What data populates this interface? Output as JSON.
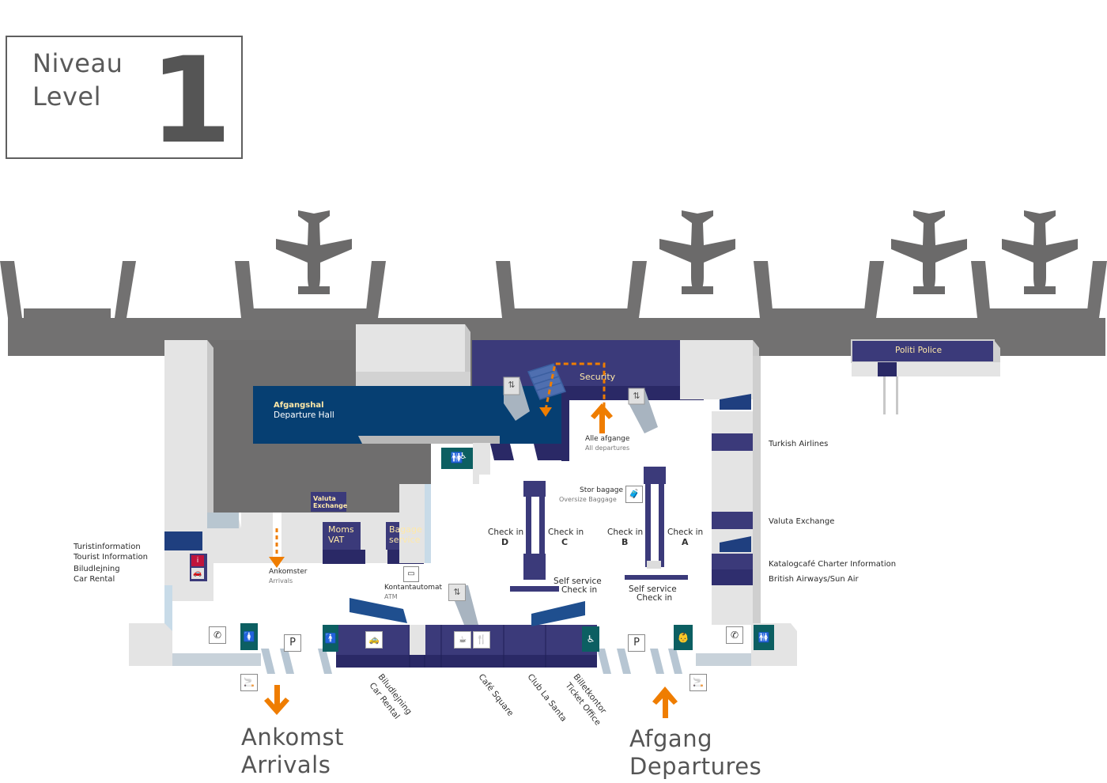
{
  "level": {
    "niveau": "Niveau",
    "level": "Level",
    "number": "1"
  },
  "colors": {
    "terminal_gray": "#6f6e6e",
    "navy": "#3b3a7a",
    "departure_blue": "#063f72",
    "accent_orange": "#ef7d00",
    "light_wall": "#e4e4e4",
    "teal_icon_bg": "#0c5f62"
  },
  "areas": {
    "departure_hall": {
      "line1": "Afgangshal",
      "line2": "Departure Hall"
    },
    "security": "Security",
    "police": "Politi Police",
    "all_departures": {
      "line1": "Alle afgange",
      "line2": "All departures"
    },
    "oversize": {
      "line1": "Stor bagage",
      "line2": "Oversize Baggage"
    },
    "valuta_small": {
      "line1": "Valuta",
      "line2": "Exchange"
    },
    "moms": {
      "line1": "Moms",
      "line2": "VAT"
    },
    "bagage": {
      "line1": "Bagage",
      "line2": "service"
    },
    "ankomster": {
      "line1": "Ankomster",
      "line2": "Arrivals"
    },
    "atm": {
      "line1": "Kontantautomat",
      "line2": "ATM"
    },
    "tourist": {
      "line1": "Turistinformation",
      "line2": "Tourist Information",
      "line3": "Biludlejning",
      "line4": "Car Rental"
    },
    "self_service_left": {
      "line1": "Self service",
      "line2": "Check in"
    },
    "self_service_right": {
      "line1": "Self service",
      "line2": "Check in"
    }
  },
  "checkin": [
    {
      "label": "Check in",
      "letter": "D"
    },
    {
      "label": "Check in",
      "letter": "C"
    },
    {
      "label": "Check in",
      "letter": "B"
    },
    {
      "label": "Check in",
      "letter": "A"
    }
  ],
  "right_labels": [
    "Turkish Airlines",
    "Valuta  Exchange",
    "Katalogcafé  Charter Information",
    "British Airways/Sun Air"
  ],
  "bottom_labels": {
    "car_rental": {
      "line1": "Biludlejning",
      "line2": "Car Rental"
    },
    "cafe": "Café Square",
    "club": "Club La Santa",
    "ticket": {
      "line1": "Billetkontor",
      "line2": "Ticket Office"
    }
  },
  "exits": {
    "arrivals": {
      "line1": "Ankomst",
      "line2": "Arrivals"
    },
    "departures": {
      "line1": "Afgang",
      "line2": "Departures"
    }
  },
  "parking": "P",
  "icons": [
    "airplane-icon",
    "toilet-icon",
    "accessible-icon",
    "elevator-icon",
    "phone-icon",
    "smoking-icon",
    "parking-icon",
    "restaurant-icon",
    "coffee-icon",
    "baby-change-icon",
    "luggage-icon",
    "taxi-icon"
  ]
}
